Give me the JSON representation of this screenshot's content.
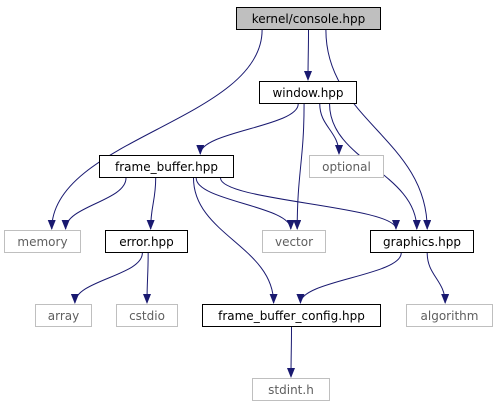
{
  "diagram": {
    "nodes": {
      "console_hpp": {
        "label": "kernel/console.hpp",
        "kind": "root"
      },
      "window_hpp": {
        "label": "window.hpp",
        "kind": "header"
      },
      "frame_buffer_hpp": {
        "label": "frame_buffer.hpp",
        "kind": "header"
      },
      "optional": {
        "label": "optional",
        "kind": "system"
      },
      "memory": {
        "label": "memory",
        "kind": "system"
      },
      "error_hpp": {
        "label": "error.hpp",
        "kind": "header"
      },
      "vector": {
        "label": "vector",
        "kind": "system"
      },
      "graphics_hpp": {
        "label": "graphics.hpp",
        "kind": "header"
      },
      "array": {
        "label": "array",
        "kind": "system"
      },
      "cstdio": {
        "label": "cstdio",
        "kind": "system"
      },
      "frame_buffer_config_hpp": {
        "label": "frame_buffer_config.hpp",
        "kind": "header"
      },
      "algorithm": {
        "label": "algorithm",
        "kind": "system"
      },
      "stdint_h": {
        "label": "stdint.h",
        "kind": "system"
      }
    },
    "edges": [
      [
        "console_hpp",
        "window_hpp"
      ],
      [
        "console_hpp",
        "memory"
      ],
      [
        "console_hpp",
        "graphics_hpp"
      ],
      [
        "window_hpp",
        "frame_buffer_hpp"
      ],
      [
        "window_hpp",
        "optional"
      ],
      [
        "window_hpp",
        "vector"
      ],
      [
        "window_hpp",
        "graphics_hpp"
      ],
      [
        "frame_buffer_hpp",
        "memory"
      ],
      [
        "frame_buffer_hpp",
        "error_hpp"
      ],
      [
        "frame_buffer_hpp",
        "vector"
      ],
      [
        "frame_buffer_hpp",
        "graphics_hpp"
      ],
      [
        "frame_buffer_hpp",
        "frame_buffer_config_hpp"
      ],
      [
        "error_hpp",
        "array"
      ],
      [
        "error_hpp",
        "cstdio"
      ],
      [
        "graphics_hpp",
        "frame_buffer_config_hpp"
      ],
      [
        "graphics_hpp",
        "algorithm"
      ],
      [
        "frame_buffer_config_hpp",
        "stdint_h"
      ]
    ],
    "colors": {
      "edge": "#191970",
      "root_fill": "#bfbfbf",
      "header_border": "#000000",
      "system_border": "#bfbfbf",
      "system_text": "#5f5f5f"
    }
  }
}
